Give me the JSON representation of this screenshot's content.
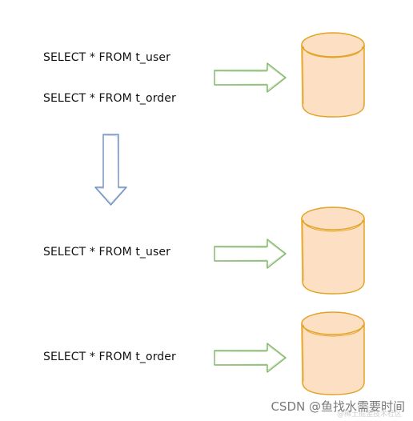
{
  "queries": {
    "top_1": "SELECT * FROM t_user",
    "top_2": "SELECT * FROM t_order",
    "bottom_1": "SELECT * FROM t_user",
    "bottom_2": "SELECT * FROM t_order"
  },
  "colors": {
    "arrow_green": "#7fb567",
    "arrow_blue": "#6f8fbf",
    "db_fill": "#fde0c4",
    "db_stroke": "#e3a325",
    "text": "#111111"
  },
  "watermark": {
    "main": "CSDN @鱼找水需要时间",
    "sub": "@稀土掘金技术社区"
  }
}
